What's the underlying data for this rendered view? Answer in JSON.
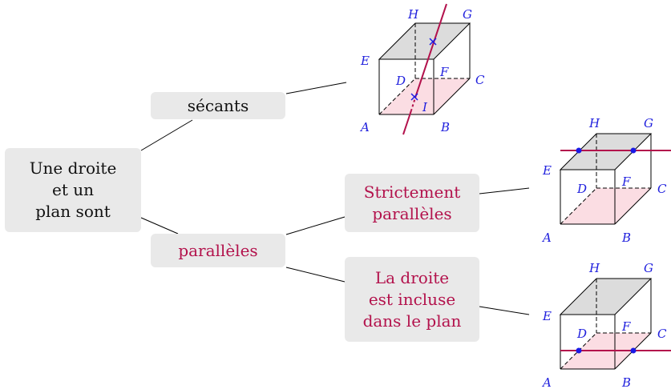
{
  "root": {
    "lines": [
      "Une droite",
      "et un",
      "plan sont"
    ]
  },
  "branches": {
    "secants": "sécants",
    "paralleles": "parallèles",
    "strict": [
      "Strictement",
      "parallèles"
    ],
    "incluse": [
      "La droite",
      "est incluse",
      "dans le plan"
    ]
  },
  "cube_labels": {
    "A": "A",
    "B": "B",
    "C": "C",
    "D": "D",
    "E": "E",
    "F": "F",
    "G": "G",
    "H": "H",
    "I": "I"
  },
  "colors": {
    "accent": "#b3124c",
    "label": "#2020dd",
    "box_fill": "#e9e9e9",
    "top_face": "#dcdcdc",
    "bottom_face": "#fbdde3",
    "point": "#1a1ae6"
  }
}
